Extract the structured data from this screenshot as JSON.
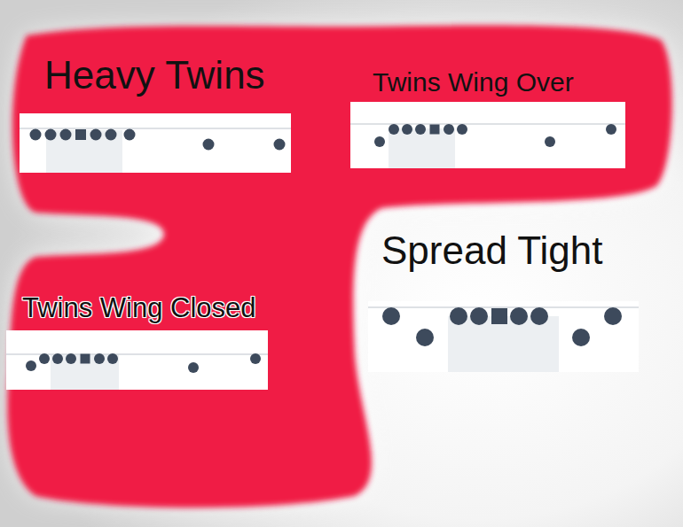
{
  "diagram": {
    "nodes": [
      {
        "text": [
          "Heavy Twins"
        ]
      },
      {
        "text": [
          "Twins Wing Over"
        ]
      },
      {
        "text": [
          "Spread Tight"
        ]
      },
      {
        "text": [
          "Twins Wing Closed"
        ]
      }
    ]
  }
}
